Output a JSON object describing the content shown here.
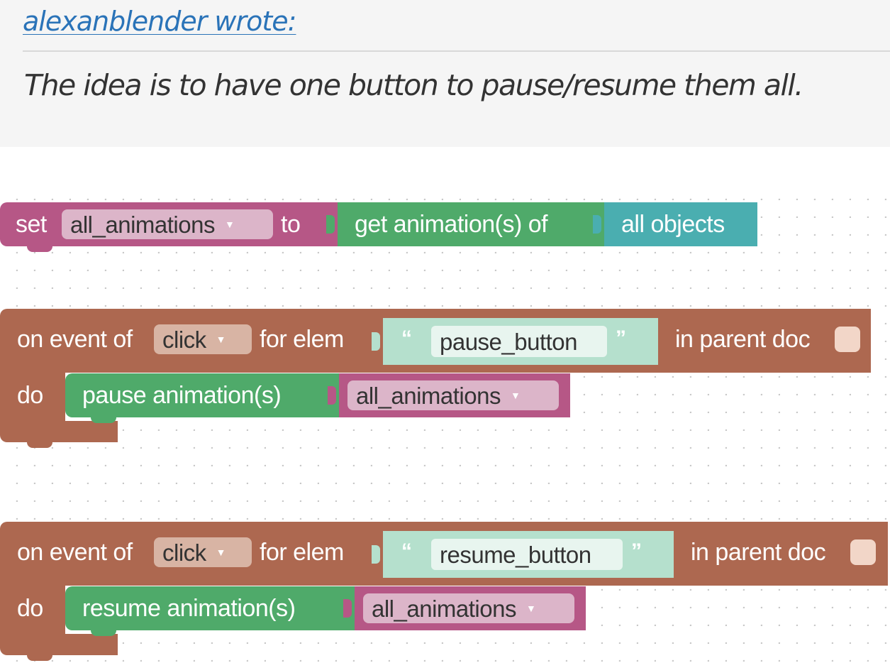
{
  "quote": {
    "author_link": "alexanblender wrote:",
    "text": "The idea is to have one button to pause/resume them all."
  },
  "blocks": {
    "set_block": {
      "set_label": "set",
      "variable": "all_animations",
      "to_label": "to",
      "get_label": "get animation(s) of",
      "objects_label": "all objects"
    },
    "event1": {
      "on_event_label": "on event of",
      "event_dropdown": "click",
      "for_elem_label": "for elem",
      "open_quote": "“",
      "element_name": "pause_button",
      "close_quote": "”",
      "parent_doc_label": "in parent doc",
      "do_label": "do",
      "action_label": "pause animation(s)",
      "action_variable": "all_animations"
    },
    "event2": {
      "on_event_label": "on event of",
      "event_dropdown": "click",
      "for_elem_label": "for elem",
      "open_quote": "“",
      "element_name": "resume_button",
      "close_quote": "”",
      "parent_doc_label": "in parent doc",
      "do_label": "do",
      "action_label": "resume animation(s)",
      "action_variable": "all_animations"
    },
    "dropdown_arrow": "▼"
  },
  "colors": {
    "variable_block": "#b65786",
    "variable_field": "#dcb5c9",
    "animation_block": "#4faa6a",
    "objects_block": "#4aaeb0",
    "event_block": "#ad6850",
    "event_field": "#d8b4a4",
    "text_block": "#b5e0cd",
    "link": "#2a73b8"
  }
}
